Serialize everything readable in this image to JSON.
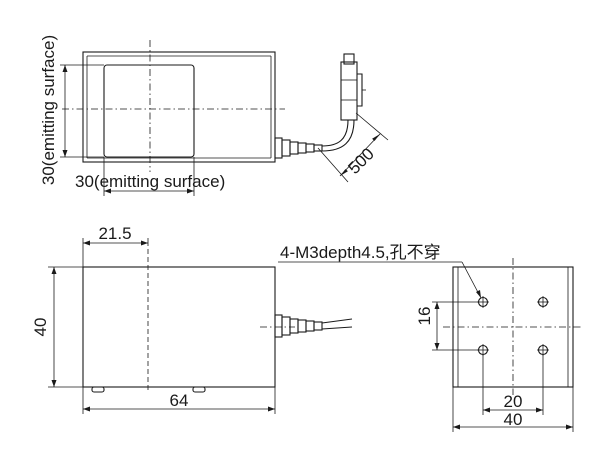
{
  "top_view": {
    "emit_height_label": "30(emitting surface)",
    "emit_width_label": "30(emitting surface)",
    "cable_length_label": "500"
  },
  "front_view": {
    "center_offset_label": "21.5",
    "height_label": "40",
    "width_label": "64"
  },
  "end_view": {
    "hole_note": "4-M3depth4.5,孔不穿",
    "hole_pitch_vertical_label": "16",
    "hole_pitch_horizontal_label": "20",
    "width_label": "40"
  }
}
